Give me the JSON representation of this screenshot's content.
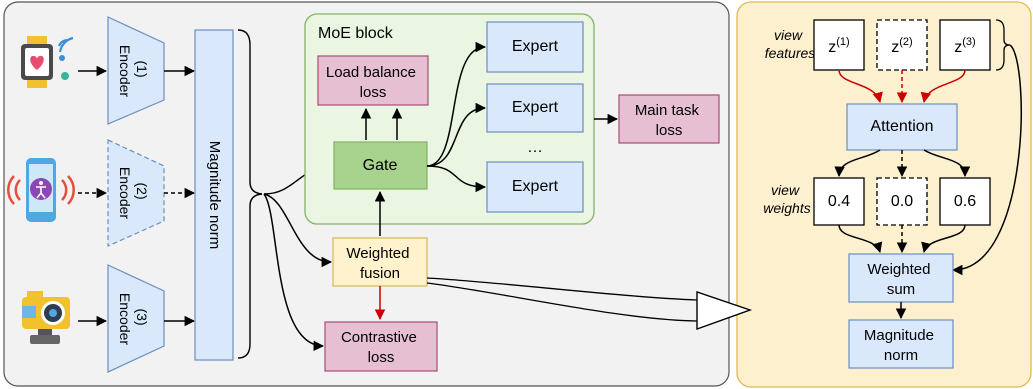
{
  "left_panel": {
    "encoders": [
      {
        "index": "(1)",
        "label": "Encoder",
        "icon": "smartwatch-icon"
      },
      {
        "index": "(2)",
        "label": "Encoder",
        "icon": "smartphone-sensor-icon"
      },
      {
        "index": "(3)",
        "label": "Encoder",
        "icon": "action-camera-icon"
      }
    ],
    "magnitude_norm": "Magnitude norm",
    "weighted_fusion": [
      "Weighted",
      "fusion"
    ],
    "contrastive_loss": [
      "Contrastive",
      "loss"
    ]
  },
  "moe": {
    "title": "MoE block",
    "load_balance_loss": [
      "Load balance",
      "loss"
    ],
    "gate": "Gate",
    "experts": [
      "Expert",
      "Expert",
      "Expert"
    ],
    "ellipsis": "…",
    "main_task_loss": [
      "Main task",
      "loss"
    ]
  },
  "right_panel": {
    "view_features_label": [
      "view",
      "features"
    ],
    "features": [
      {
        "base": "z",
        "sup": "(1)"
      },
      {
        "base": "z",
        "sup": "(2)"
      },
      {
        "base": "z",
        "sup": "(3)"
      }
    ],
    "attention": "Attention",
    "view_weights_label": [
      "view",
      "weights"
    ],
    "weights": [
      "0.4",
      "0.0",
      "0.6"
    ],
    "weighted_sum": [
      "Weighted",
      "sum"
    ],
    "magnitude_norm": [
      "Magnitude",
      "norm"
    ]
  },
  "colors": {
    "left_panel_bg": "#f2f2f2",
    "right_panel_bg": "#fdf0cf",
    "right_panel_border": "#e0b94e",
    "moe_bg": "#eaf6e1",
    "moe_border": "#82b366",
    "encoder_fill": "#dae8fc",
    "encoder_stroke": "#6c8ebf",
    "loss_fill": "#e6c0d2",
    "loss_stroke": "#a64d79",
    "gate_fill": "#a8d38c",
    "gate_stroke": "#82b366",
    "fusion_fill": "#fff2cc",
    "fusion_stroke": "#d6b656",
    "red_arrow": "#cc0000"
  }
}
